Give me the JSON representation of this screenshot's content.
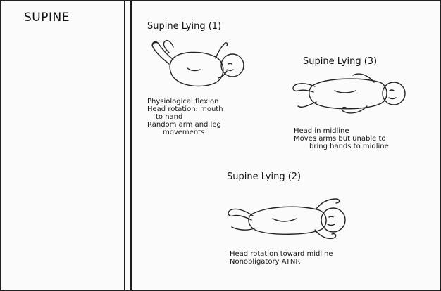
{
  "section_label": "SUPINE",
  "panels": {
    "p1": {
      "title": "Supine Lying (1)",
      "lines": [
        "Physiological flexion",
        "Head rotation: mouth",
        "to hand",
        "Random arm and leg",
        "movements"
      ]
    },
    "p3": {
      "title": "Supine Lying (3)",
      "lines": [
        "Head in midline",
        "Moves arms but unable to",
        "bring hands to midline"
      ]
    },
    "p2": {
      "title": "Supine Lying (2)",
      "lines": [
        "Head rotation toward midline",
        "Nonobligatory ATNR"
      ]
    }
  },
  "icons": {
    "p1": "infant-flexed-supine-illustration",
    "p3": "infant-midline-supine-illustration",
    "p2": "infant-atnr-supine-illustration"
  }
}
